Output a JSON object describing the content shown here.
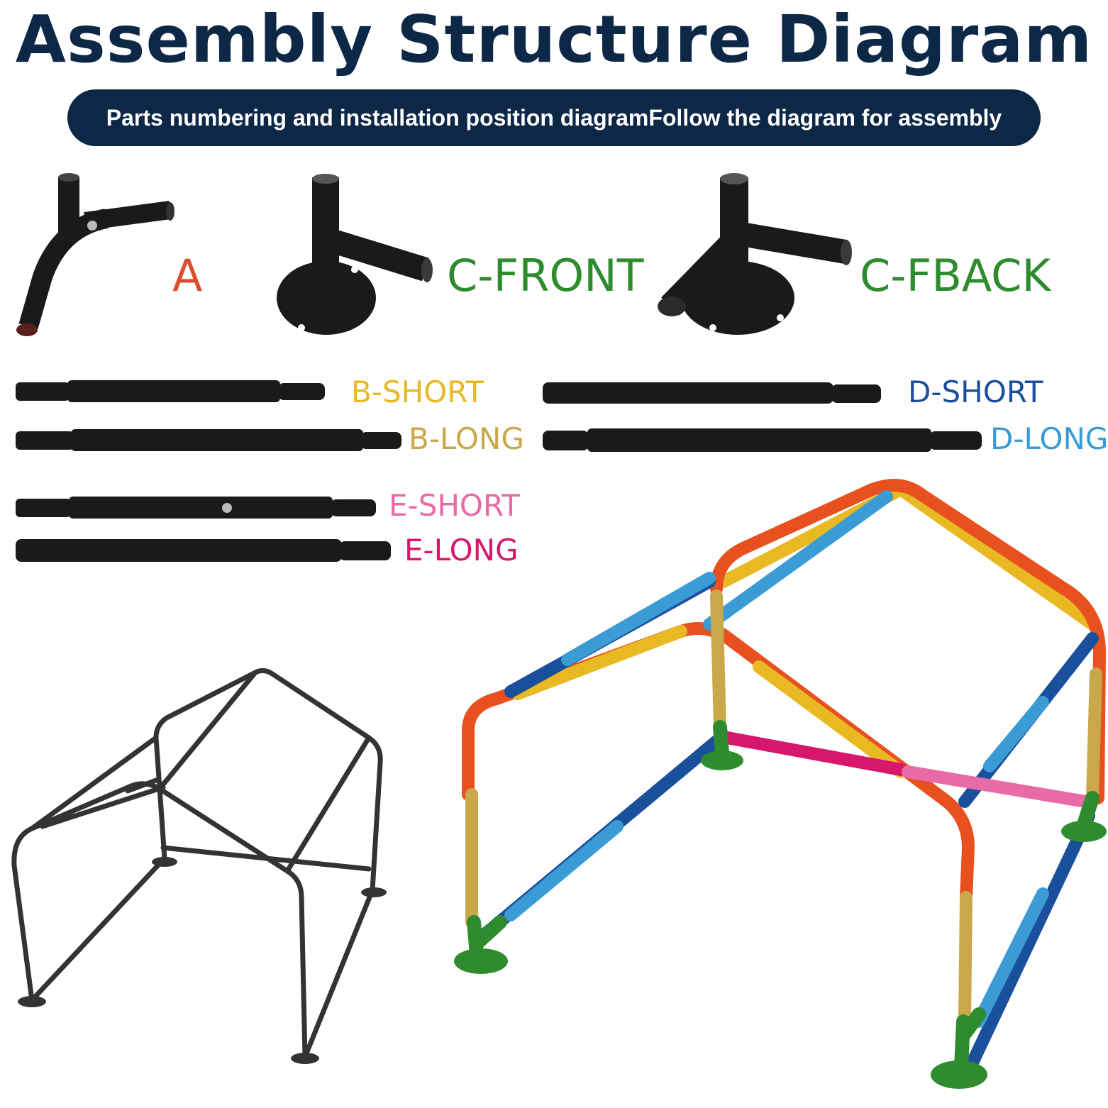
{
  "title": "Assembly Structure Diagram",
  "subtitle": "Parts numbering and installation position diagramFollow the diagram for assembly",
  "colors": {
    "title": "#0d2747",
    "pill": "#0d2747",
    "part": "#1a1a1a",
    "A": "#d94f2b",
    "C": "#2e8b2e",
    "B_SHORT": "#e8b923",
    "B_LONG": "#c9a84a",
    "D_SHORT": "#1a4f9c",
    "D_LONG": "#3a9bd5",
    "E_SHORT": "#e86aa6",
    "E_LONG": "#d6176b"
  },
  "parts": {
    "a": "A",
    "c_front": "C-FRONT",
    "c_fback": "C-FBACK",
    "b_short": "B-SHORT",
    "b_long": "B-LONG",
    "d_short": "D-SHORT",
    "d_long": "D-LONG",
    "e_short": "E-SHORT",
    "e_long": "E-LONG"
  },
  "icons": [
    "fitting-a-icon",
    "fitting-c-front-icon",
    "fitting-c-fback-icon",
    "tube-icon",
    "frame-assembled-icon",
    "frame-colored-icon"
  ]
}
